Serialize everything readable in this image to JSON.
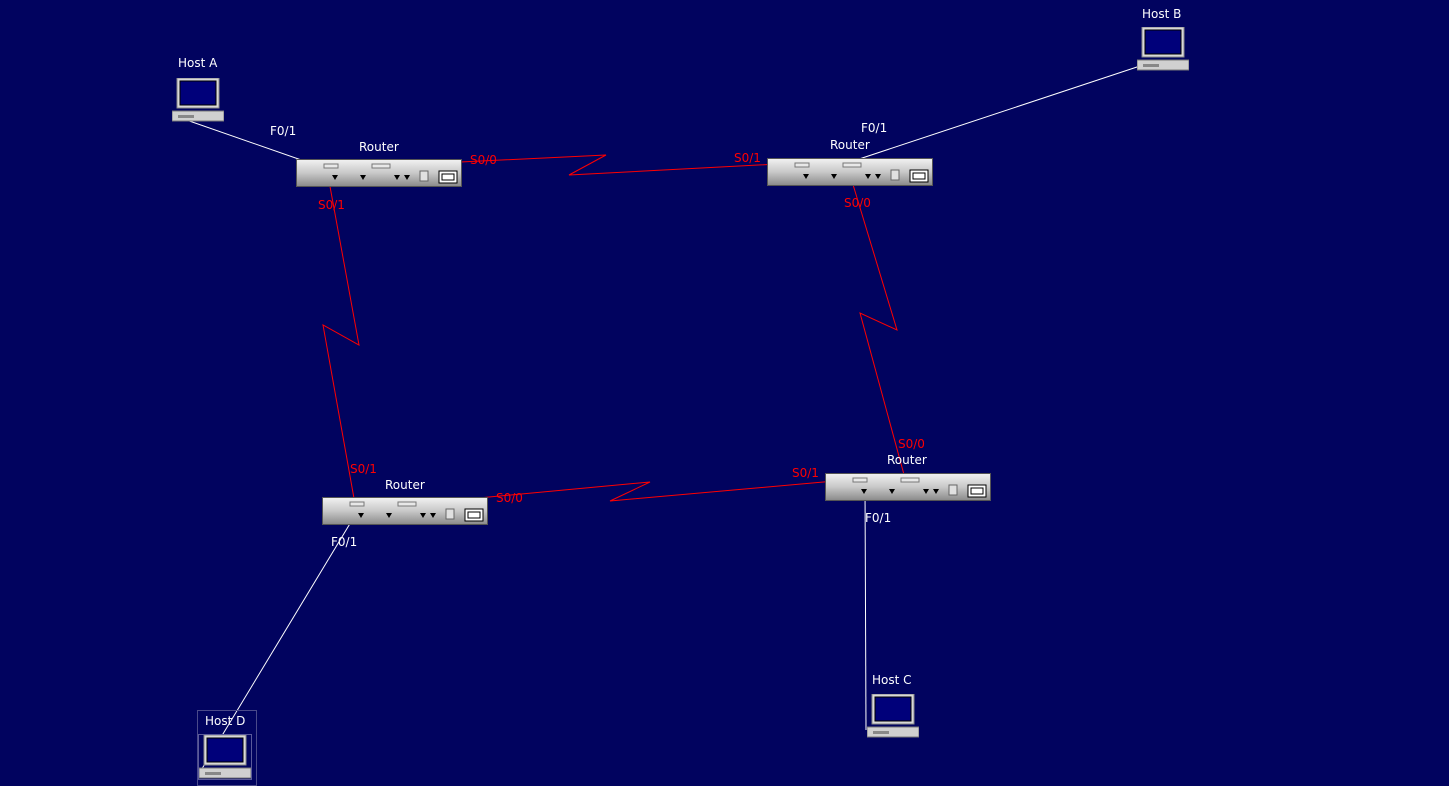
{
  "colors": {
    "background": "#01035f",
    "ethernet_link": "#ffffff",
    "serial_link": "#ff0000",
    "label": "#ffffff"
  },
  "devices": {
    "routers": [
      {
        "id": "r1",
        "label": "Router",
        "icon": "router-icon"
      },
      {
        "id": "r2",
        "label": "Router",
        "icon": "router-icon"
      },
      {
        "id": "r3",
        "label": "Router",
        "icon": "router-icon"
      },
      {
        "id": "r4",
        "label": "Router",
        "icon": "router-icon"
      }
    ],
    "hosts": [
      {
        "id": "hA",
        "label": "Host A",
        "icon": "computer-icon"
      },
      {
        "id": "hB",
        "label": "Host B",
        "icon": "computer-icon"
      },
      {
        "id": "hC",
        "label": "Host C",
        "icon": "computer-icon"
      },
      {
        "id": "hD",
        "label": "Host D",
        "icon": "computer-icon"
      }
    ]
  },
  "links": [
    {
      "from": "hA",
      "to": "r1",
      "type": "ethernet",
      "label": "F0/1"
    },
    {
      "from": "hB",
      "to": "r2",
      "type": "ethernet",
      "label": "F0/1"
    },
    {
      "from": "r3",
      "to": "hD",
      "type": "ethernet",
      "label": "F0/1"
    },
    {
      "from": "r4",
      "to": "hC",
      "type": "ethernet",
      "label": "F0/1"
    },
    {
      "from": "r1",
      "to": "r2",
      "type": "serial",
      "from_port": "S0/0",
      "to_port": "S0/1"
    },
    {
      "from": "r1",
      "to": "r3",
      "type": "serial",
      "from_port": "S0/1",
      "to_port": "S0/1"
    },
    {
      "from": "r2",
      "to": "r4",
      "type": "serial",
      "from_port": "S0/0",
      "to_port": "S0/0"
    },
    {
      "from": "r3",
      "to": "r4",
      "type": "serial",
      "from_port": "S0/0",
      "to_port": "S0/1"
    }
  ]
}
